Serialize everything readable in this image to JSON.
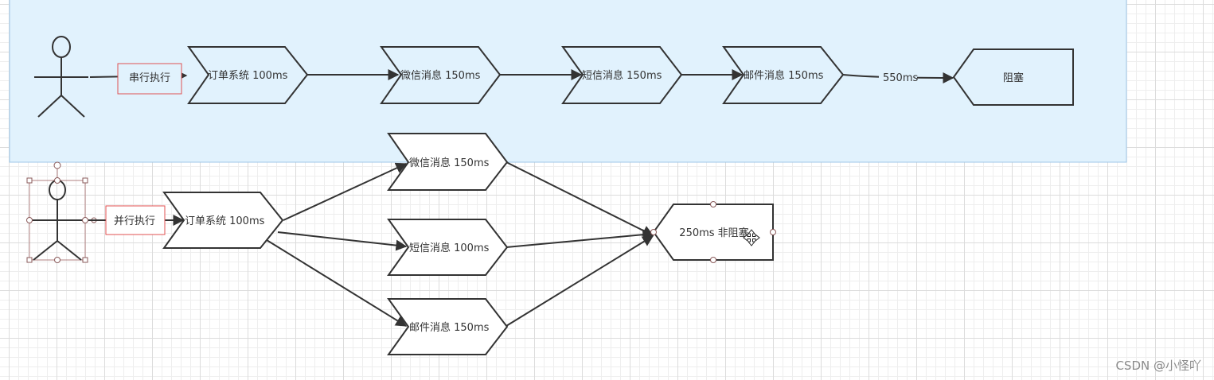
{
  "serial": {
    "group_label": "串行执行",
    "steps": [
      "订单系统 100ms",
      "微信消息 150ms",
      "短信消息 150ms",
      "邮件消息 150ms"
    ],
    "total_label": "550ms",
    "result_label": "阻塞"
  },
  "parallel": {
    "group_label": "并行执行",
    "start_step": "订单系统 100ms",
    "branch_steps": [
      "微信消息 150ms",
      "短信消息 100ms",
      "邮件消息 150ms"
    ],
    "result_label": "250ms 非阻塞"
  },
  "colors": {
    "serial_region_fill": "#e1f2fd",
    "serial_region_border": "#9ec7e8",
    "highlight_box": "#e05252",
    "stroke": "#333333"
  },
  "watermark": "CSDN @小怪吖"
}
